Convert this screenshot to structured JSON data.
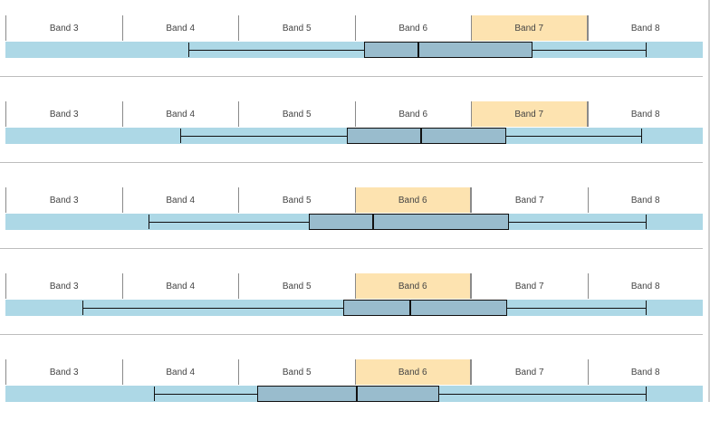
{
  "band_labels": [
    "Band 3",
    "Band 4",
    "Band 5",
    "Band 6",
    "Band 7",
    "Band 8"
  ],
  "colors": {
    "highlight_band": "#fde3b0",
    "track": "#add8e6",
    "box_fill": "#99bccd",
    "stroke": "#111111"
  },
  "rows": [
    {
      "highlighted_band": "Band 7",
      "whisker_low": 4.07,
      "q1": 5.58,
      "median": 6.05,
      "q3": 7.03,
      "whisker_high": 8.0
    },
    {
      "highlighted_band": "Band 7",
      "whisker_low": 4.0,
      "q1": 5.43,
      "median": 6.07,
      "q3": 6.8,
      "whisker_high": 7.96
    },
    {
      "highlighted_band": "Band 6",
      "whisker_low": 3.73,
      "q1": 5.11,
      "median": 5.66,
      "q3": 6.83,
      "whisker_high": 8.0
    },
    {
      "highlighted_band": "Band 6",
      "whisker_low": 3.16,
      "q1": 5.4,
      "median": 5.98,
      "q3": 6.81,
      "whisker_high": 8.0
    },
    {
      "highlighted_band": "Band 6",
      "whisker_low": 3.78,
      "q1": 4.66,
      "median": 5.52,
      "q3": 6.23,
      "whisker_high": 8.0
    }
  ]
}
